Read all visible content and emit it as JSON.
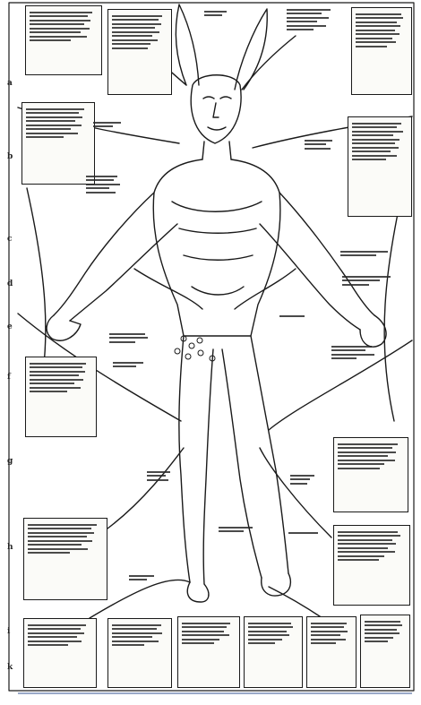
{
  "page": {
    "title": "",
    "left_margin_marks": [
      "a",
      "b",
      "c",
      "d",
      "e",
      "f",
      "g",
      "h",
      "i",
      "k"
    ]
  },
  "figure": {
    "ink_color": "#1a1a1a",
    "paper_color": "#fbfbf8",
    "rule_color": "#9aa9c8"
  },
  "text_blocks": [
    {
      "id": "head-top-left",
      "caption": ""
    },
    {
      "id": "head-top-mid",
      "caption": ""
    },
    {
      "id": "head-top-right",
      "caption": ""
    },
    {
      "id": "shoulder-left",
      "caption": ""
    },
    {
      "id": "chest-right",
      "caption": ""
    },
    {
      "id": "abdomen-left",
      "caption": ""
    },
    {
      "id": "thigh-right",
      "caption": ""
    },
    {
      "id": "knee-left",
      "caption": ""
    },
    {
      "id": "knee-right",
      "caption": ""
    },
    {
      "id": "foot-1",
      "caption": ""
    },
    {
      "id": "foot-2",
      "caption": ""
    },
    {
      "id": "foot-3",
      "caption": ""
    },
    {
      "id": "foot-4",
      "caption": ""
    },
    {
      "id": "foot-5",
      "caption": ""
    },
    {
      "id": "foot-6",
      "caption": ""
    }
  ]
}
